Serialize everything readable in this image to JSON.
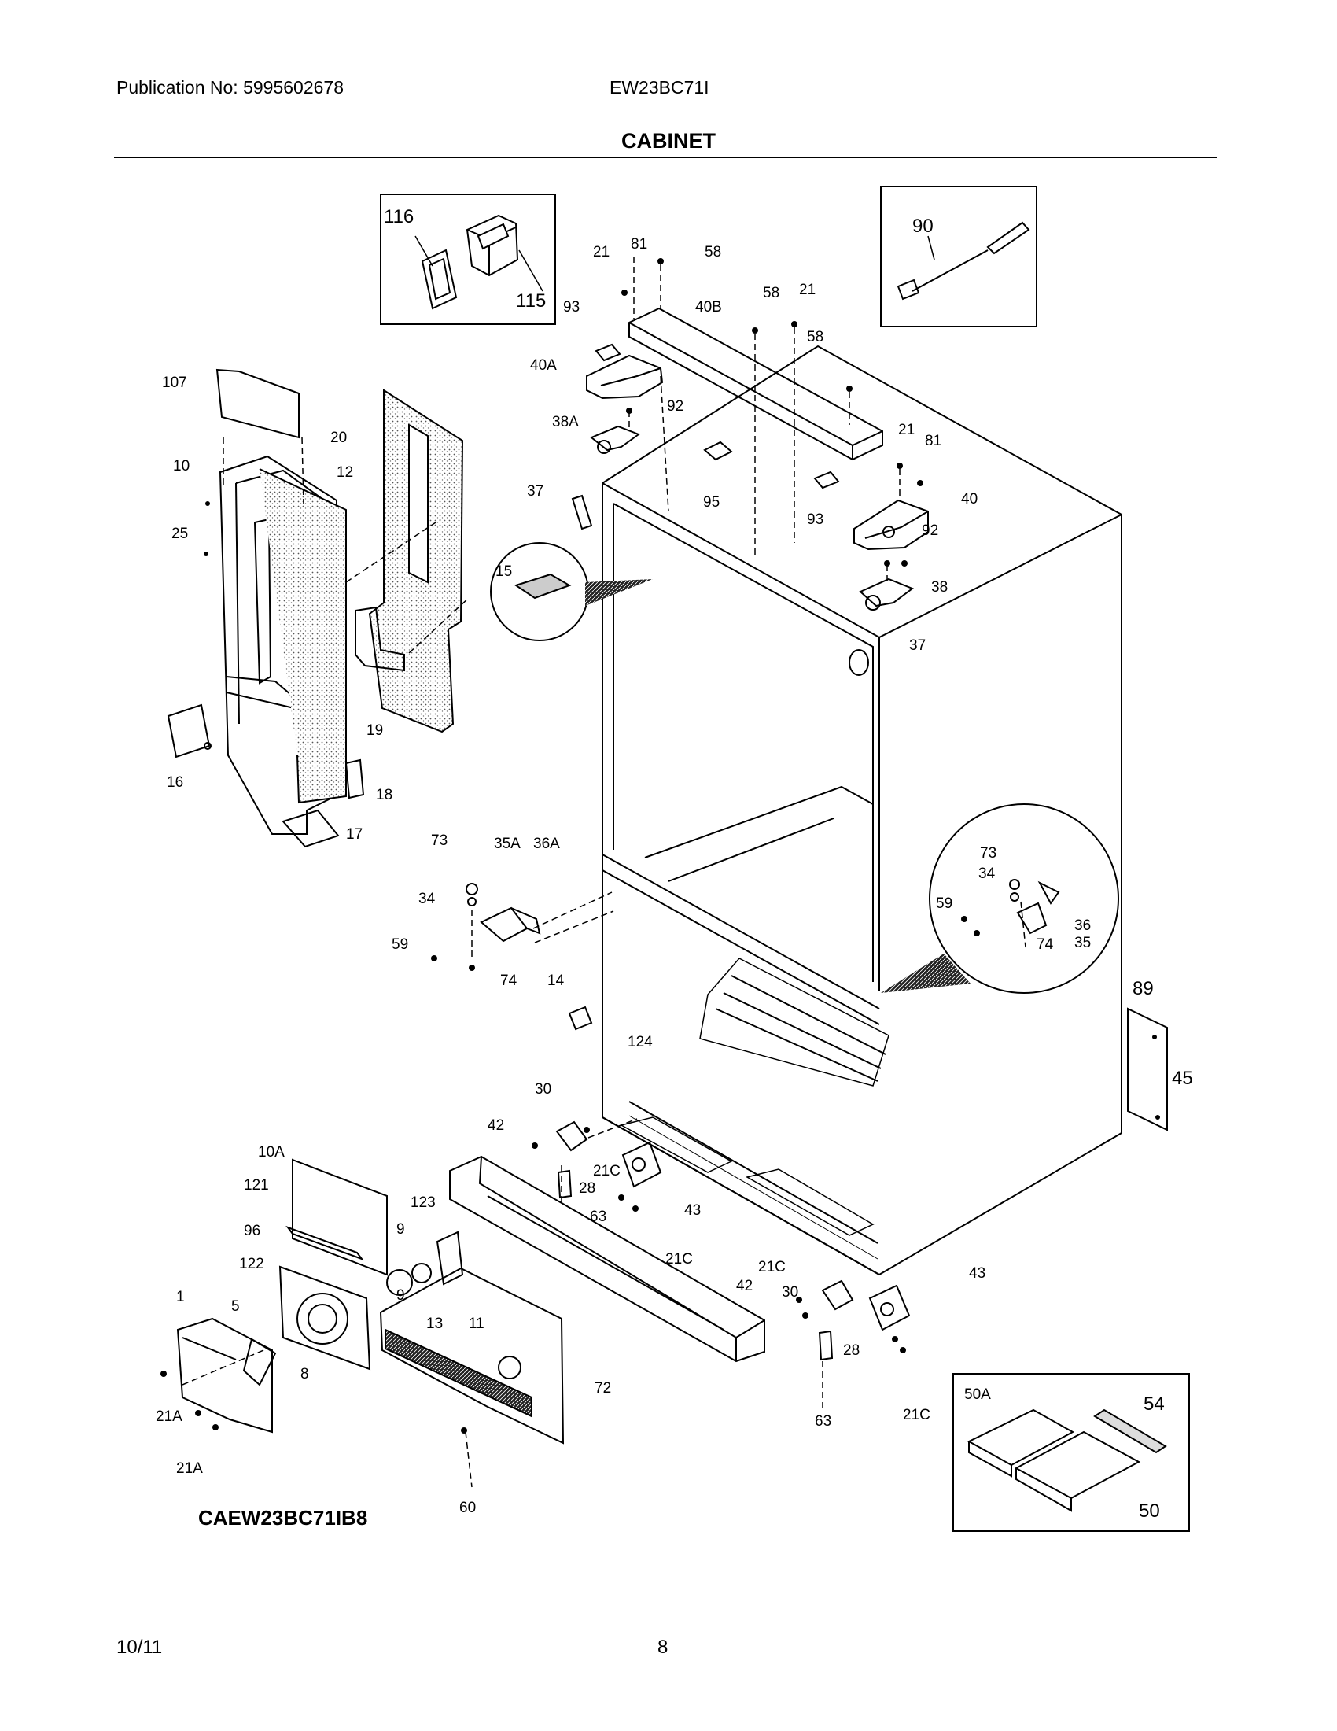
{
  "header": {
    "publication": "Publication No: 5995602678",
    "model": "EW23BC71I",
    "title": "CABINET"
  },
  "diagram": {
    "code": "CAEW23BC71IB8",
    "labels": {
      "l116": "116",
      "l115": "115",
      "l90": "90",
      "l21a": "21",
      "l81a": "81",
      "l58a": "58",
      "l93a": "93",
      "l40b": "40B",
      "l58b": "58",
      "l21b": "21",
      "l40a": "40A",
      "l58c": "58",
      "l38a": "38A",
      "l92a": "92",
      "l21c": "21",
      "l81b": "81",
      "l37a": "37",
      "l95": "95",
      "l93b": "93",
      "l40": "40",
      "l92b": "92",
      "l38": "38",
      "l37b": "37",
      "l107": "107",
      "l20": "20",
      "l10": "10",
      "l12": "12",
      "l25": "25",
      "l15": "15",
      "l19": "19",
      "l16": "16",
      "l18": "18",
      "l17": "17",
      "l73a": "73",
      "l35a": "35A",
      "l36a": "36A",
      "l34a": "34",
      "l59a": "59",
      "l74a": "74",
      "l73b": "73",
      "l34b": "34",
      "l59b": "59",
      "l36": "36",
      "l74b": "74",
      "l35": "35",
      "l14": "14",
      "l89": "89",
      "l45": "45",
      "l124": "124",
      "l30a": "30",
      "l42a": "42",
      "l21ca": "21C",
      "l28a": "28",
      "l63a": "63",
      "l43a": "43",
      "l21cb": "21C",
      "l10a": "10A",
      "l121": "121",
      "l123": "123",
      "l96": "96",
      "l9a": "9",
      "l122": "122",
      "l9b": "9",
      "l13": "13",
      "l11": "11",
      "l1": "1",
      "l5": "5",
      "l8": "8",
      "l21aa": "21A",
      "l21ab": "21A",
      "l60": "60",
      "l72": "72",
      "l21cc": "21C",
      "l42b": "42",
      "l30b": "30",
      "l43b": "43",
      "l28b": "28",
      "l63b": "63",
      "l21cd": "21C",
      "l50a": "50A",
      "l54": "54",
      "l50": "50"
    }
  },
  "footer": {
    "date": "10/11",
    "page": "8"
  }
}
